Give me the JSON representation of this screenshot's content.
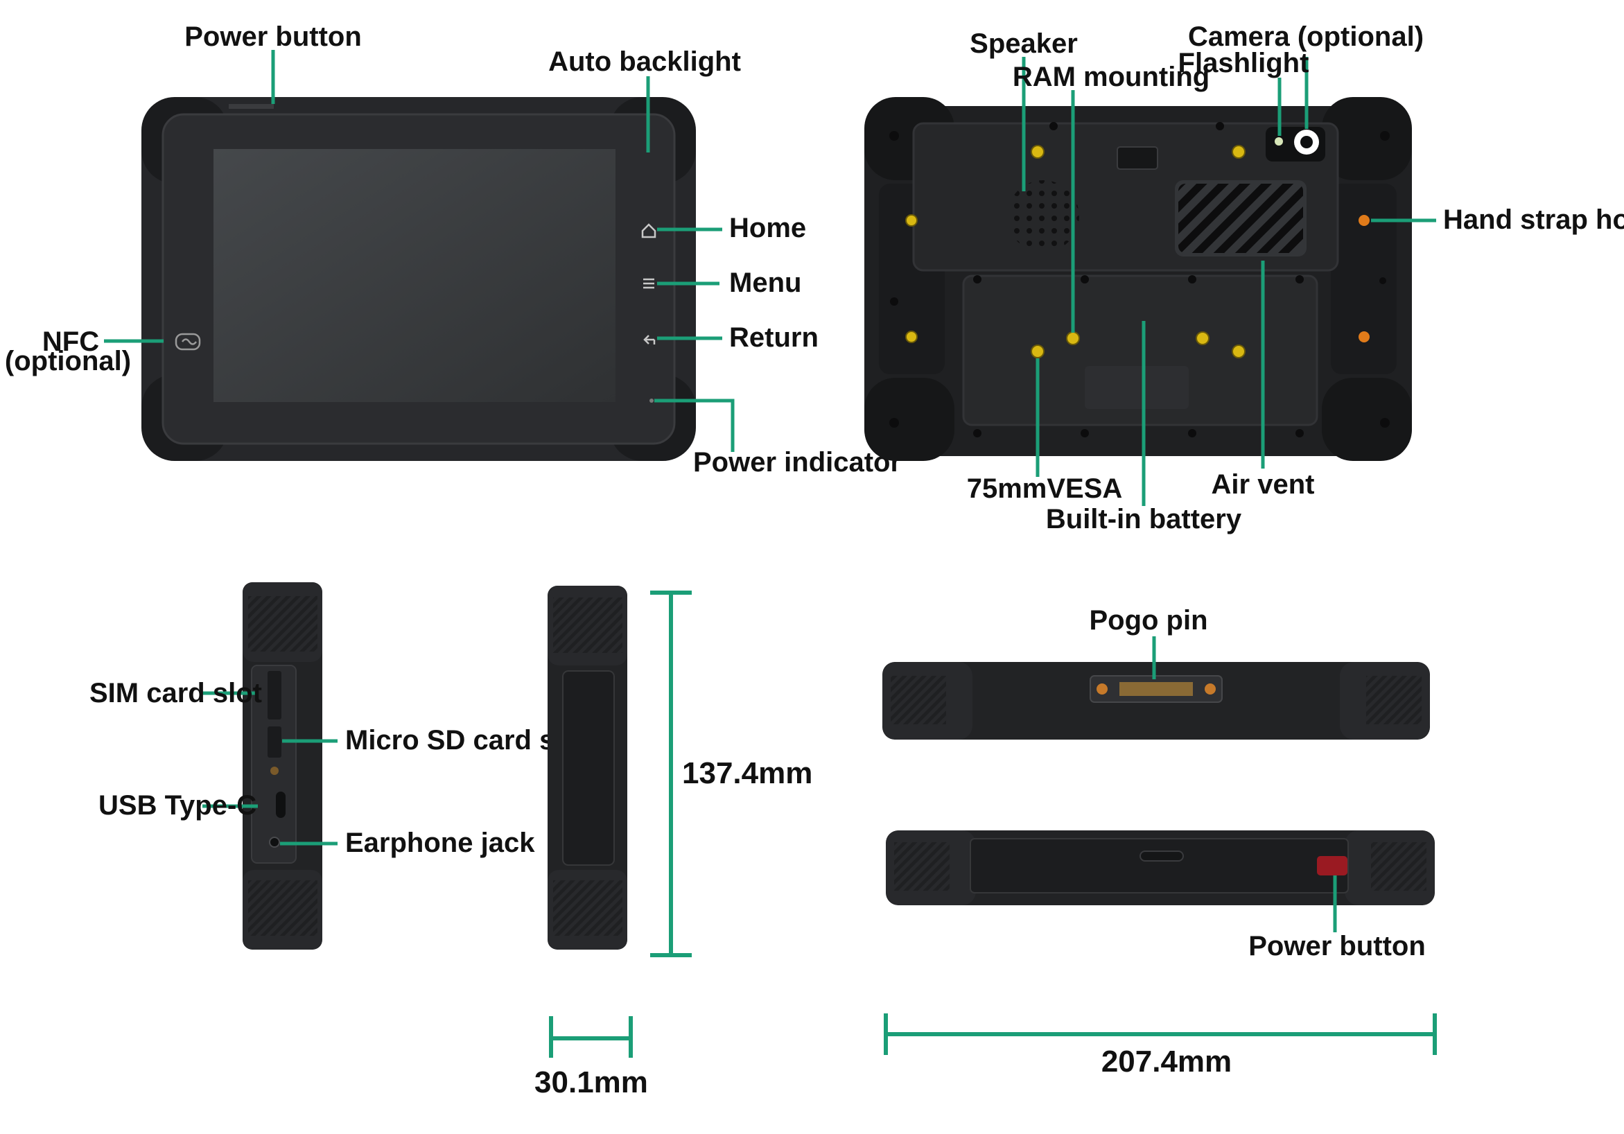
{
  "colors": {
    "callout": "#1b9e77",
    "device_body": "#2a2b2e",
    "device_dark": "#1a1b1d",
    "screen": "#3a3c3e",
    "yellow_screw": "#d9b812",
    "orange_hole": "#e07b1a",
    "power_red": "#9a1a22"
  },
  "icons": [
    "home-icon",
    "menu-icon",
    "return-icon",
    "nfc-icon",
    "camera-icon",
    "flashlight-icon"
  ],
  "front_view": {
    "power_button": "Power button",
    "auto_backlight": "Auto backlight",
    "home": "Home",
    "menu": "Menu",
    "return": "Return",
    "nfc_line1": "NFC",
    "nfc_line2": "(optional)",
    "power_indicator": "Power indicator"
  },
  "back_view": {
    "speaker": "Speaker",
    "camera": "Camera (optional)",
    "flashlight": "Flashlight",
    "ram_mounting": "RAM mounting",
    "hand_strap_hole": "Hand strap hole",
    "vesa": "75mmVESA",
    "air_vent": "Air vent",
    "built_in_battery": "Built-in battery"
  },
  "side_view": {
    "sim_card_slot": "SIM card slot",
    "micro_sd_card_slot": "Micro SD card slot",
    "usb_type_c": "USB Type-C",
    "earphone_jack": "Earphone jack"
  },
  "dimensions": {
    "height": "137.4mm",
    "thickness": "30.1mm",
    "width": "207.4mm"
  },
  "bottom_views": {
    "pogo_pin": "Pogo pin",
    "power_button": "Power button"
  }
}
